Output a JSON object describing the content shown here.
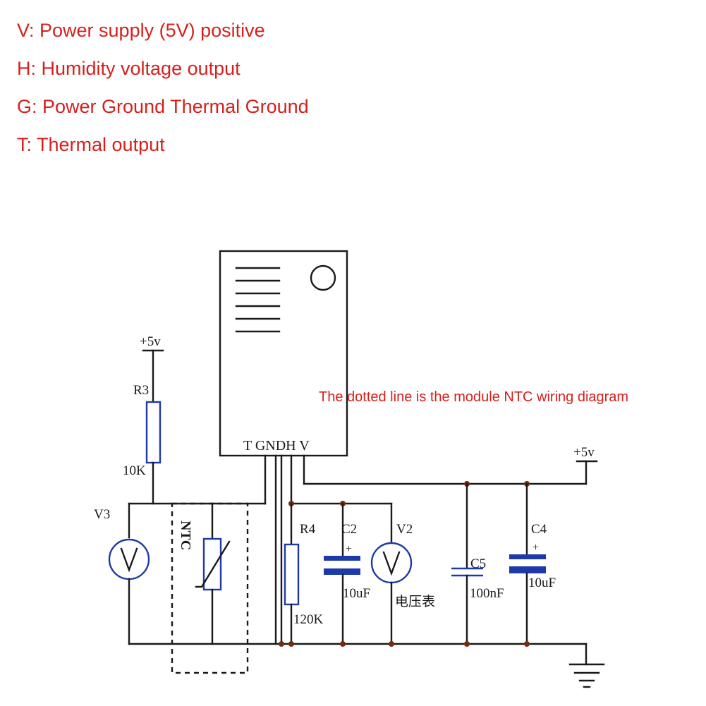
{
  "legend": [
    "V: Power supply (5V) positive",
    "H: Humidity voltage output",
    "G: Power Ground Thermal Ground",
    "T: Thermal output"
  ],
  "note": "The dotted line is the module NTC wiring diagram",
  "module": {
    "pins": "T GNDH  V"
  },
  "labels": {
    "supply_left": "+5v",
    "supply_right": "+5v",
    "r3": "R3",
    "r3_value": "10K",
    "v3": "V3",
    "ntc": "NTC",
    "r4": "R4",
    "r4_value": "120K",
    "c2": "C2",
    "c2_value": "10uF",
    "v2": "V2",
    "v2_meter": "电压表",
    "c5": "C5",
    "c5_value": "100nF",
    "c4": "C4",
    "c4_value": "10uF"
  },
  "colors": {
    "legend_text": "#d6201c",
    "component_outline": "#1e3aa8",
    "wire": "#1a1a1a"
  }
}
